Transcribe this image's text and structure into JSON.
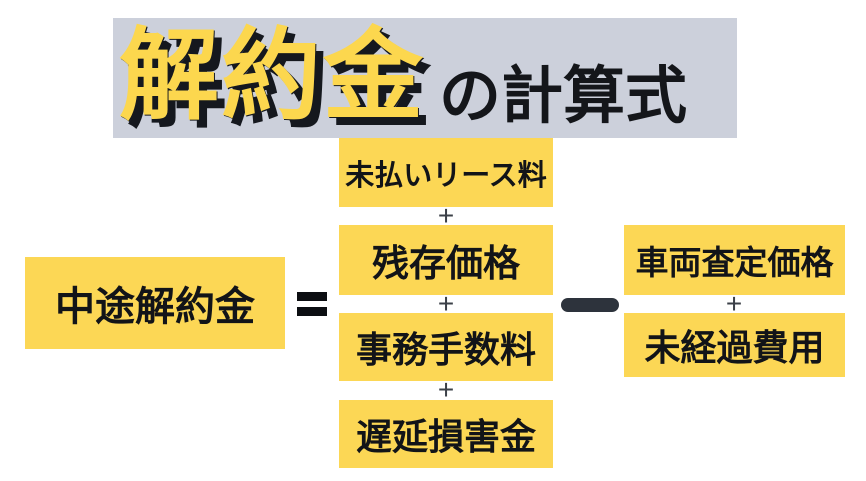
{
  "title": {
    "highlight": "解約金",
    "suffix": "の計算式"
  },
  "formula": {
    "result_label": "中途解約金",
    "equals_sign": "=",
    "plus_sign": "+",
    "minus_sign": "−",
    "addition_items": [
      "未払いリース料",
      "残存価格",
      "事務手数料",
      "遅延損害金"
    ],
    "subtraction_items": [
      "車両査定価格",
      "未経過費用"
    ]
  },
  "colors": {
    "accent_yellow": "#fcd755",
    "banner_gray": "#ccd0db",
    "title_highlight_yellow": "#fcd74e",
    "title_shadow_black": "#15181e",
    "minus_dark": "#2d333c",
    "plus_gray": "#3b4048",
    "text_black": "#121418"
  }
}
